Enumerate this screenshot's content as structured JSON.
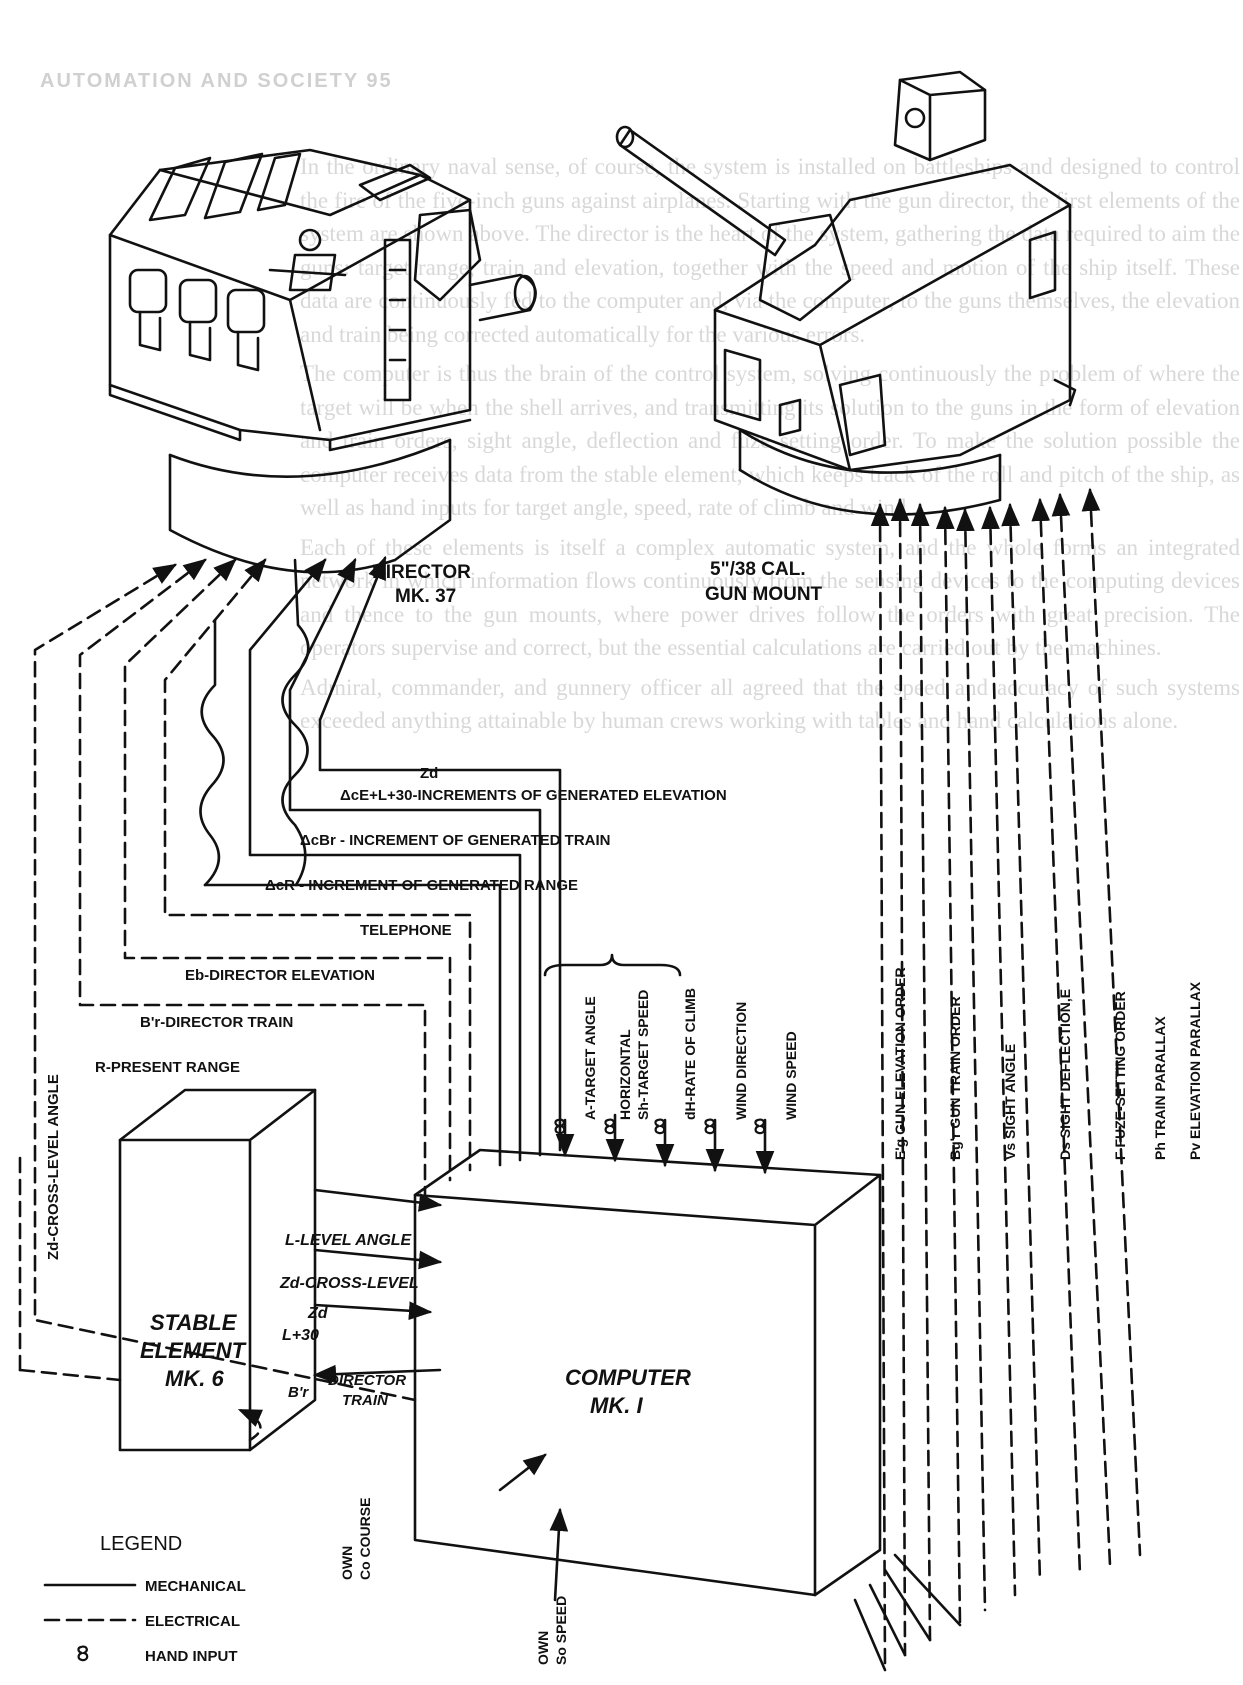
{
  "background_page": {
    "header": "AUTOMATION AND SOCIETY 95",
    "paragraphs": [
      "In the ordinary naval sense, of course, the system is installed on battleships and designed to control the fire of the five-inch guns against airplanes. Starting with the gun director, the first elements of the system are shown above. The director is the heart of the system, gathering the data required to aim the guns: target range, train and elevation, together with the speed and motion of the ship itself. These data are continuously fed to the computer and, via the computer, to the guns themselves, the elevation and train being corrected automatically for the various errors.",
      "The computer is thus the brain of the control system, solving continuously the problem of where the target will be when the shell arrives, and transmitting its solution to the guns in the form of elevation and train orders, sight angle, deflection and fuze setting order. To make the solution possible the computer receives data from the stable element, which keeps track of the roll and pitch of the ship, as well as hand inputs for target angle, speed, rate of climb and wind.",
      "Each of these elements is itself a complex automatic system, and the whole forms an integrated network in which information flows continuously from the sensing devices to the computing devices and thence to the gun mounts, where power drives follow the orders with great precision. The operators supervise and correct, but the essential calculations are carried out by the machines.",
      "Admiral, commander, and gunnery officer all agreed that the speed and accuracy of such systems exceeded anything attainable by human crews working with tables and hand calculations alone."
    ]
  },
  "legend": {
    "title": "LEGEND",
    "items": [
      {
        "style": "solid",
        "label": "MECHANICAL"
      },
      {
        "style": "dashed",
        "label": "ELECTRICAL"
      },
      {
        "style": "hand-symbol",
        "label": "HAND INPUT"
      }
    ]
  },
  "director": {
    "line1": "DIRECTOR",
    "line2": "MK. 37"
  },
  "gun_mount": {
    "line1": "5\"/38  CAL.",
    "line2": "GUN MOUNT"
  },
  "stable_element": {
    "line1": "STABLE",
    "line2": "ELEMENT",
    "line3": "MK. 6"
  },
  "computer": {
    "line1": "COMPUTER",
    "line2": "MK. I"
  },
  "signals": {
    "zd_top": "Zd",
    "elev_increment": "ΔcE+L+30-INCREMENTS OF GENERATED ELEVATION",
    "train_increment": "ΔcBr - INCREMENT OF GENERATED TRAIN",
    "range_increment": "ΔcR - INCREMENT OF GENERATED RANGE",
    "telephone": "TELEPHONE",
    "director_elevation": "Eb-DIRECTOR ELEVATION",
    "director_train": "B'r-DIRECTOR TRAIN",
    "present_range": "R-PRESENT RANGE",
    "cross_level_angle": "Zd-CROSS-LEVEL ANGLE"
  },
  "stable_outputs": {
    "level_angle": "L-LEVEL ANGLE",
    "cross_level": "Zd-CROSS-LEVEL",
    "zd": "Zd",
    "l30": "L+30",
    "director_train_1": "DIRECTOR",
    "director_train_2": "TRAIN",
    "br": "B'r"
  },
  "hand_inputs": [
    {
      "line1": "A-TARGET ANGLE",
      "line2": ""
    },
    {
      "line1": "HORIZONTAL",
      "line2": "Sh-TARGET SPEED"
    },
    {
      "line1": "dH-RATE OF CLIMB",
      "line2": ""
    },
    {
      "line1": "WIND DIRECTION",
      "line2": ""
    },
    {
      "line1": "WIND SPEED",
      "line2": ""
    }
  ],
  "orders": [
    "E'g  GUN ELEVATION ORDER",
    "Bg'r GUN TRAIN ORDER",
    "Vs  SIGHT ANGLE",
    "Ds  SIGHT DEFLECTION,E",
    "F  FUZE-SETTING ORDER",
    "Ph  TRAIN PARALLAX",
    "Pv  ELEVATION PARALLAX"
  ],
  "own_course": {
    "line1": "OWN",
    "line2": "Co COURSE"
  },
  "own_speed": {
    "line1": "OWN",
    "line2": "So SPEED"
  }
}
